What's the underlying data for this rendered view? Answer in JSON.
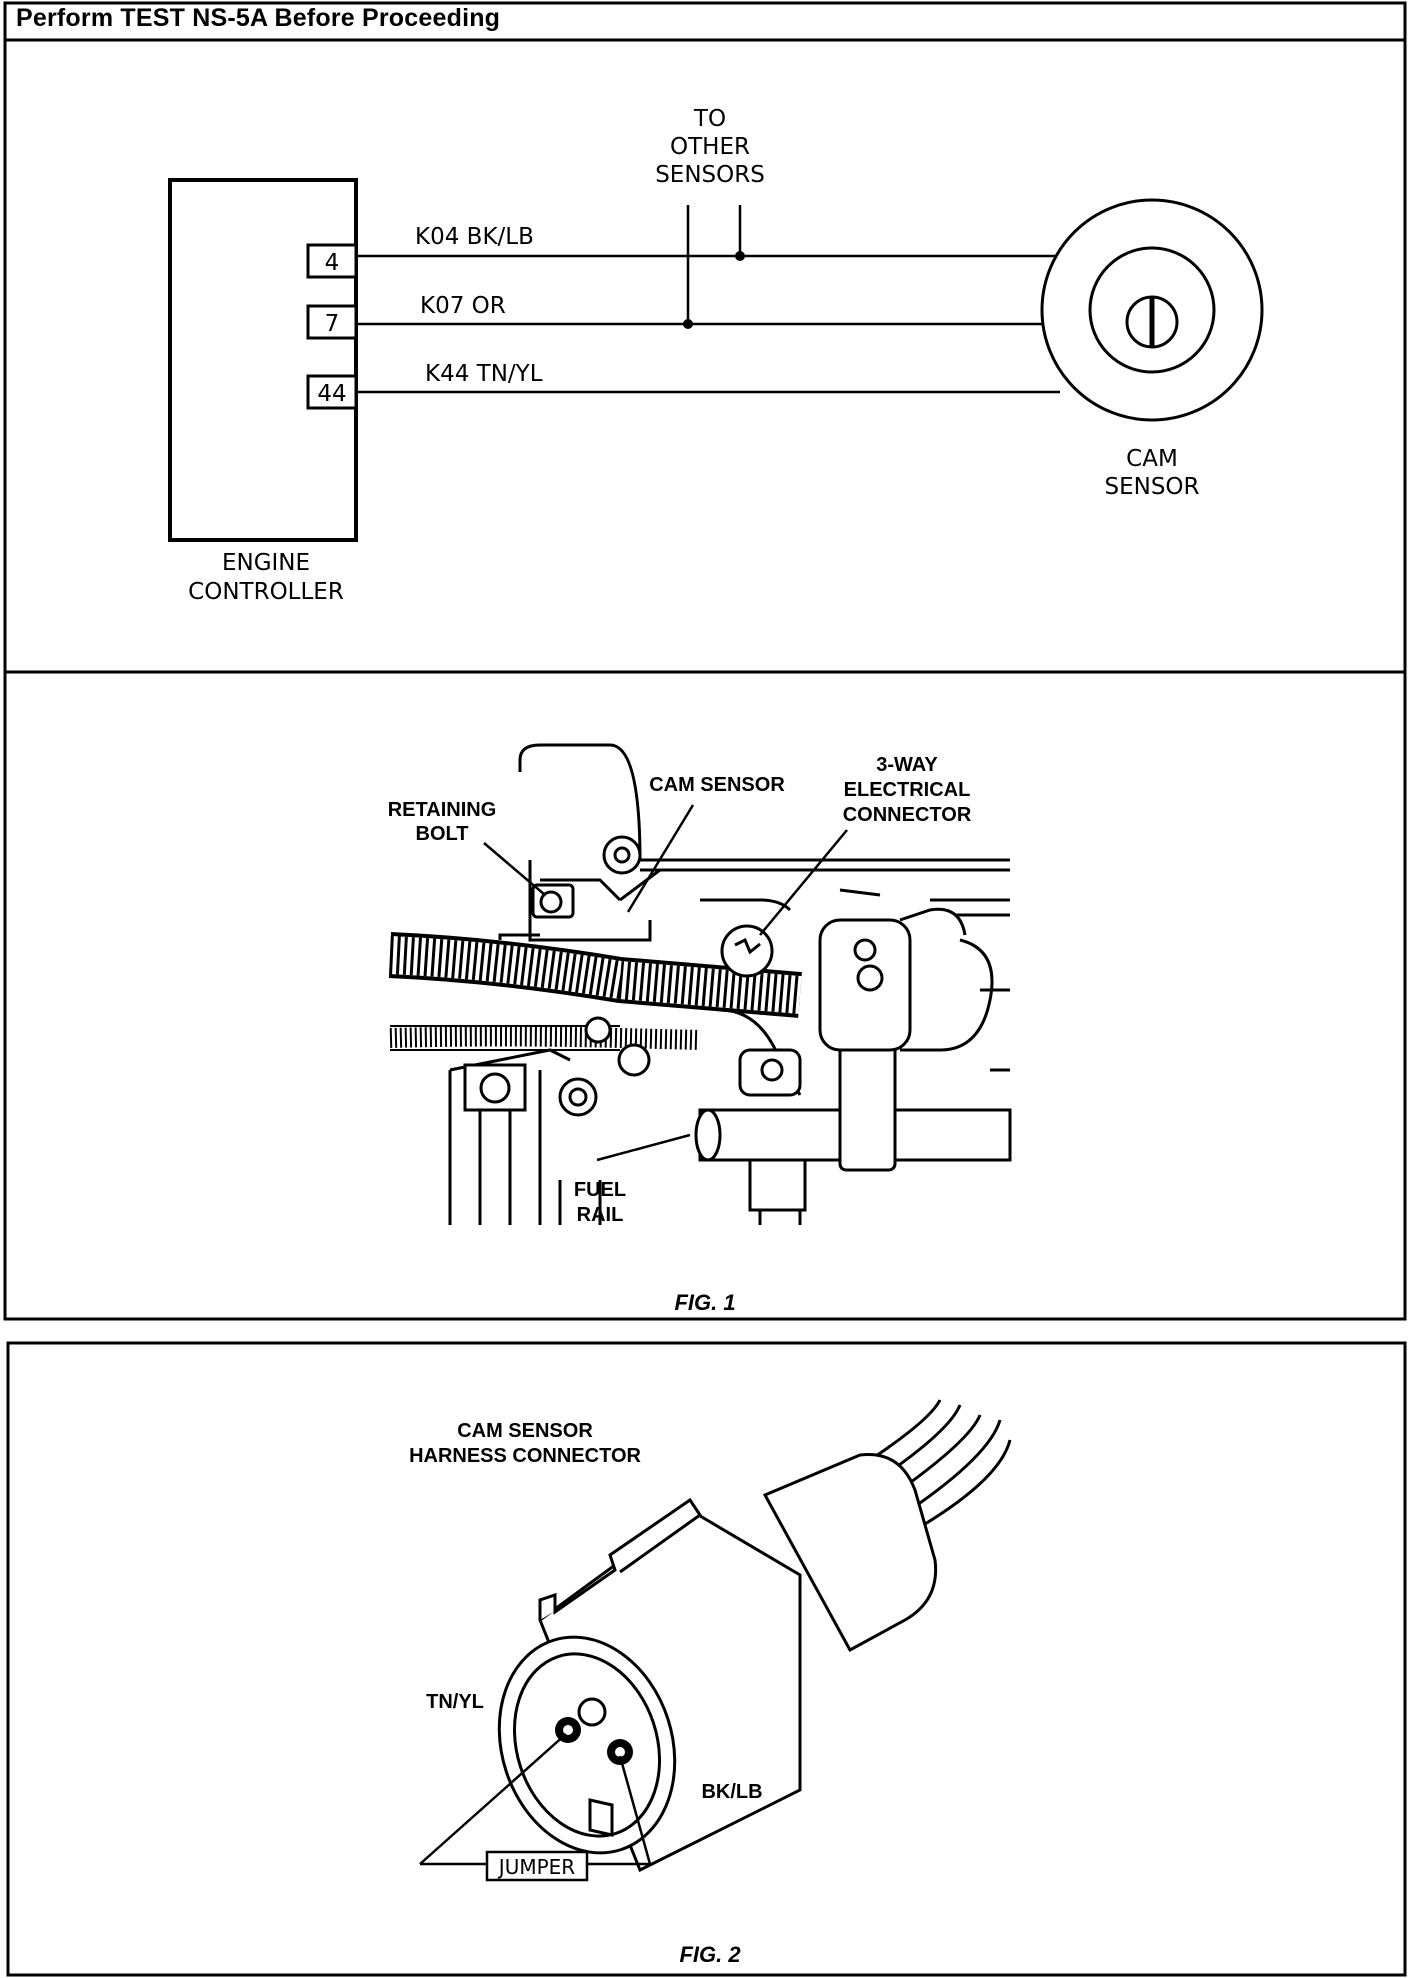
{
  "header": {
    "title": "Perform TEST NS-5A Before Proceeding"
  },
  "schematic": {
    "controller_label": [
      "ENGINE",
      "CONTROLLER"
    ],
    "sensor_label": [
      "CAM",
      "SENSOR"
    ],
    "other_label": [
      "TO",
      "OTHER",
      "SENSORS"
    ],
    "pins": [
      "4",
      "7",
      "44"
    ],
    "wires": [
      "K04  BK/LB",
      "K07  OR",
      "K44  TN/YL"
    ]
  },
  "fig1": {
    "caption": "FIG. 1",
    "callouts": {
      "retaining_bolt": [
        "RETAINING",
        "BOLT"
      ],
      "cam_sensor": "CAM SENSOR",
      "connector": [
        "3-WAY",
        "ELECTRICAL",
        "CONNECTOR"
      ],
      "fuel_rail": [
        "FUEL",
        "RAIL"
      ]
    }
  },
  "fig2": {
    "caption": "FIG. 2",
    "title": [
      "CAM SENSOR",
      "HARNESS CONNECTOR"
    ],
    "labels": {
      "tn_yl": "TN/YL",
      "bk_lb": "BK/LB",
      "jumper": "JUMPER"
    }
  }
}
